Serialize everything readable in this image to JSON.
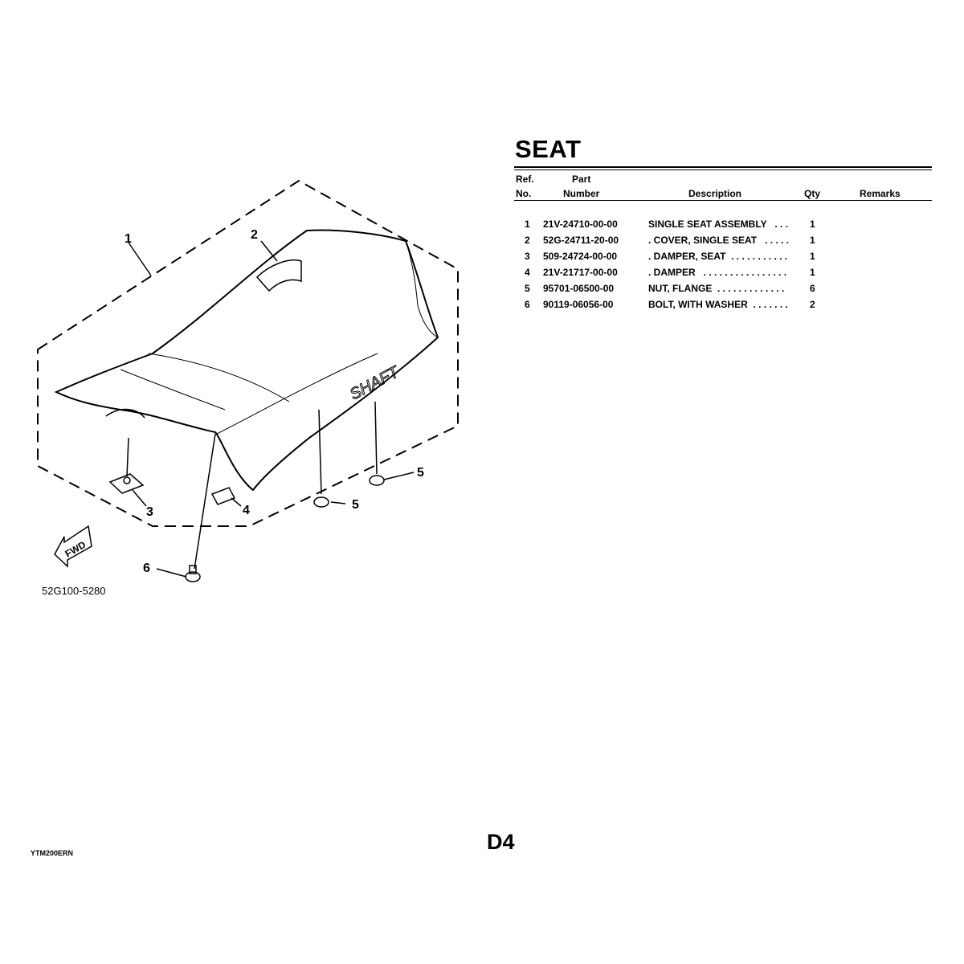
{
  "title": "SEAT",
  "table": {
    "headers": {
      "ref_line1": "Ref.",
      "ref_line2": "No.",
      "part_line1": "Part",
      "part_line2": "Number",
      "description": "Description",
      "qty": "Qty",
      "remarks": "Remarks"
    },
    "rows": [
      {
        "ref": "1",
        "part_number": "21V-24710-00-00",
        "description": "SINGLE SEAT ASSEMBLY   . . .",
        "qty": "1",
        "remarks": ""
      },
      {
        "ref": "2",
        "part_number": "52G-24711-20-00",
        "description": ". COVER, SINGLE SEAT   . . . . .",
        "qty": "1",
        "remarks": ""
      },
      {
        "ref": "3",
        "part_number": "509-24724-00-00",
        "description": ". DAMPER, SEAT  . . . . . . . . . . .",
        "qty": "1",
        "remarks": ""
      },
      {
        "ref": "4",
        "part_number": "21V-21717-00-00",
        "description": ". DAMPER   . . . . . . . . . . . . . . . .",
        "qty": "1",
        "remarks": ""
      },
      {
        "ref": "5",
        "part_number": "95701-06500-00",
        "description": "NUT, FLANGE  . . . . . . . . . . . . .",
        "qty": "6",
        "remarks": ""
      },
      {
        "ref": "6",
        "part_number": "90119-06056-00",
        "description": "BOLT, WITH WASHER  . . . . . . .",
        "qty": "2",
        "remarks": ""
      }
    ]
  },
  "diagram": {
    "callouts": [
      "1",
      "2",
      "3",
      "4",
      "5",
      "5",
      "6"
    ],
    "seat_lettering": "SHAFT",
    "fwd_label": "FWD",
    "drawing_code": "52G100-5280"
  },
  "footer": {
    "page": "D4",
    "doc_code": "YTM200ERN"
  }
}
